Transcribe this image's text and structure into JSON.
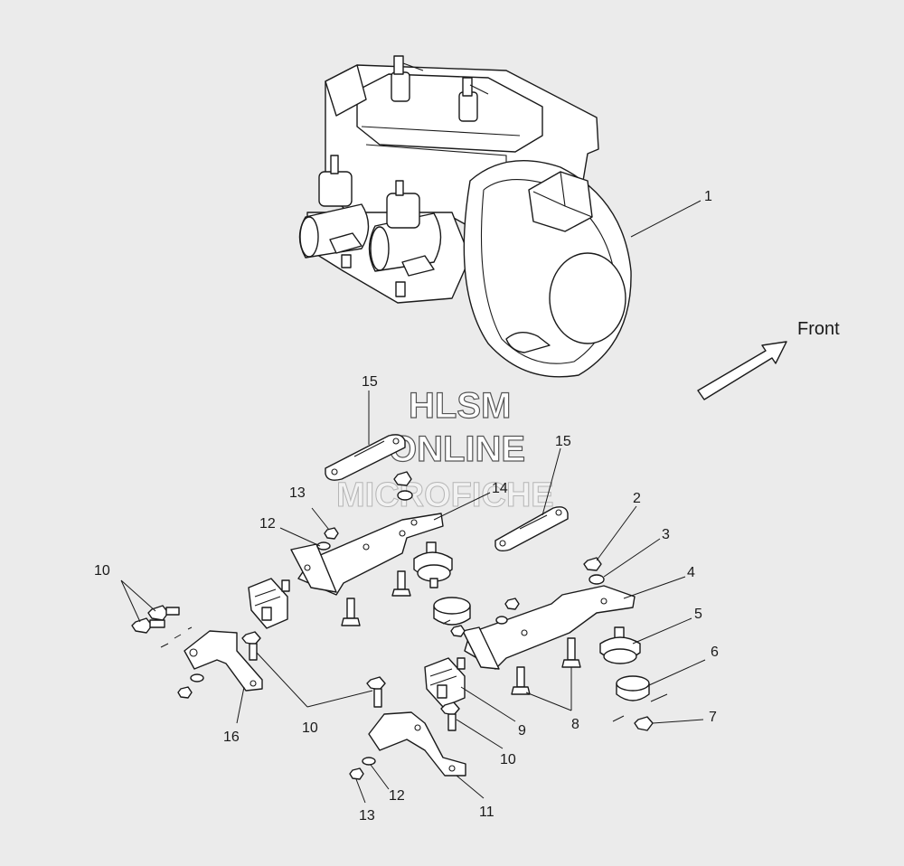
{
  "diagram": {
    "direction_label": "Front",
    "watermark": {
      "line1": "HLSM",
      "line2": "ONLINE",
      "line3": "MICROFICHE"
    },
    "callouts": [
      {
        "id": "c1",
        "text": "1"
      },
      {
        "id": "c2",
        "text": "2"
      },
      {
        "id": "c3",
        "text": "3"
      },
      {
        "id": "c4",
        "text": "4"
      },
      {
        "id": "c5",
        "text": "5"
      },
      {
        "id": "c6",
        "text": "6"
      },
      {
        "id": "c7",
        "text": "7"
      },
      {
        "id": "c8",
        "text": "8"
      },
      {
        "id": "c9",
        "text": "9"
      },
      {
        "id": "c10a",
        "text": "10"
      },
      {
        "id": "c10b",
        "text": "10"
      },
      {
        "id": "c10c",
        "text": "10"
      },
      {
        "id": "c11",
        "text": "11"
      },
      {
        "id": "c12a",
        "text": "12"
      },
      {
        "id": "c12b",
        "text": "12"
      },
      {
        "id": "c13a",
        "text": "13"
      },
      {
        "id": "c13b",
        "text": "13"
      },
      {
        "id": "c14",
        "text": "14"
      },
      {
        "id": "c15a",
        "text": "15"
      },
      {
        "id": "c15b",
        "text": "15"
      },
      {
        "id": "c16",
        "text": "16"
      }
    ]
  }
}
